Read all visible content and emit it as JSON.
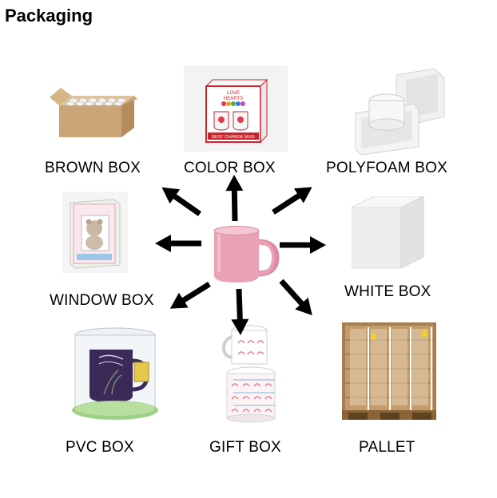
{
  "title": "Packaging",
  "labels": {
    "brown_box": "BROWN BOX",
    "color_box": "COLOR BOX",
    "polyfoam_box": "POLYFOAM BOX",
    "window_box": "WINDOW BOX",
    "white_box": "WHITE BOX",
    "pvc_box": "PVC BOX",
    "gift_box": "GIFT BOX",
    "pallet": "PALLET"
  },
  "product_text": {
    "color_box_line1": "LOVE",
    "color_box_line2": "HEARTS",
    "color_box_line3": "BEST CHANGE MUG"
  },
  "colors": {
    "mug": "#e8a2b3",
    "kraft": "#c9a577",
    "arrow": "#000000"
  },
  "icons": [
    "arrow-icon",
    "mug-icon"
  ]
}
